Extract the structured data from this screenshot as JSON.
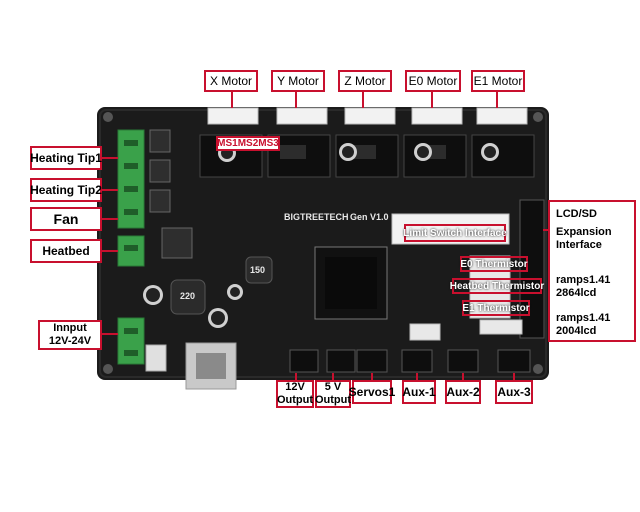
{
  "top_labels": [
    "X Motor",
    "Y Motor",
    "Z Motor",
    "E0 Motor",
    "E1 Motor"
  ],
  "left_labels": {
    "heating_tip1": "Heating Tip1",
    "heating_tip2": "Heating Tip2",
    "fan": "Fan",
    "heatbed": "Heatbed",
    "input": [
      "Innput",
      "12V-24V"
    ]
  },
  "bottom_labels": {
    "out12_line1": "12V",
    "out12_line2": "Output",
    "out5_line1": "5 V",
    "out5_line2": "Output",
    "servos": "Servos1",
    "aux1": "Aux-1",
    "aux2": "Aux-2",
    "aux3": "Aux-3"
  },
  "right_labels": {
    "lcd_sd": "LCD/SD",
    "expansion_1": "Expansion",
    "expansion_2": "Interface",
    "ramps_2864_1": "ramps1.41",
    "ramps_2864_2": "2864lcd",
    "ramps_2004_1": "ramps1.41",
    "ramps_2004_2": "2004lcd"
  },
  "overlays": {
    "ms_pins": "MS1MS2MS3",
    "limit_switch": "Limit Switch Interface",
    "e0_thermistor": "E0 Thermistor",
    "heatbed_thermistor": "Heatbed Thermistor",
    "e1_thermistor": "E1 Thermistor"
  },
  "silkscreen": {
    "brand": "BIGTREETECH",
    "version": "Gen V1.0",
    "inductor": "220",
    "inductor2": "150"
  },
  "colors": {
    "board": "#1b1b1b",
    "accent": "#c8102e",
    "terminal": "#3aa14a",
    "connector": "#f2f2f2"
  }
}
